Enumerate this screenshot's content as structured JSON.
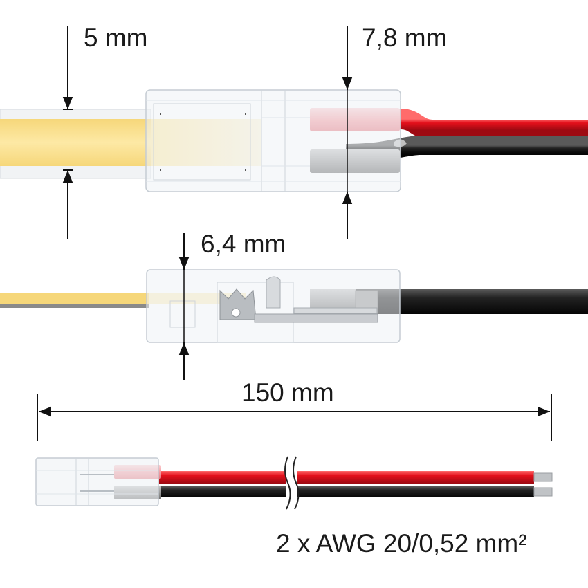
{
  "labels": {
    "strip_width": "5 mm",
    "connector_width": "7,8 mm",
    "connector_height": "6,4 mm",
    "total_length": "150 mm",
    "wire_spec": "2 x AWG 20/0,52 mm²"
  },
  "colors": {
    "led_yellow": "#fbe08e",
    "led_highlight": "#fdf3c8",
    "wire_red": "#e4101b",
    "wire_black": "#1c1c1c",
    "sleeve_red": "#f6a6ab",
    "sleeve_grey": "#9b9b9b",
    "clear_body": "#eef2f5",
    "dimension_line": "#111111"
  }
}
